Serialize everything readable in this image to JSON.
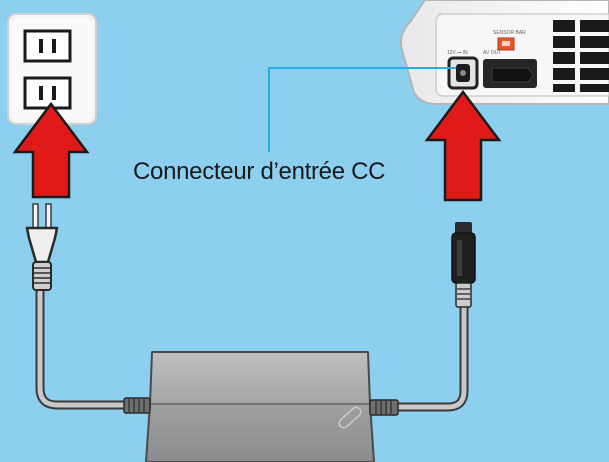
{
  "callout": {
    "label": "Connecteur d’entrée CC"
  },
  "console": {
    "sensor_bar_label": "SENSOR BAR",
    "dc_in_label": "12V ⎓ IN",
    "av_out_label": "AV OUT"
  },
  "colors": {
    "background": "#8ccfef",
    "arrow_fill": "#e01919",
    "callout_line": "#25aee6",
    "adapter_body": "#a9abac",
    "outlet_plate": "#f7f7f7",
    "sensor_bar_port": "#e8552a"
  },
  "icons": {
    "outlet": "wall-outlet-icon",
    "plug": "ac-plug-icon",
    "adapter": "power-brick-icon",
    "dc_plug": "dc-plug-icon",
    "arrow": "up-arrow-icon"
  }
}
